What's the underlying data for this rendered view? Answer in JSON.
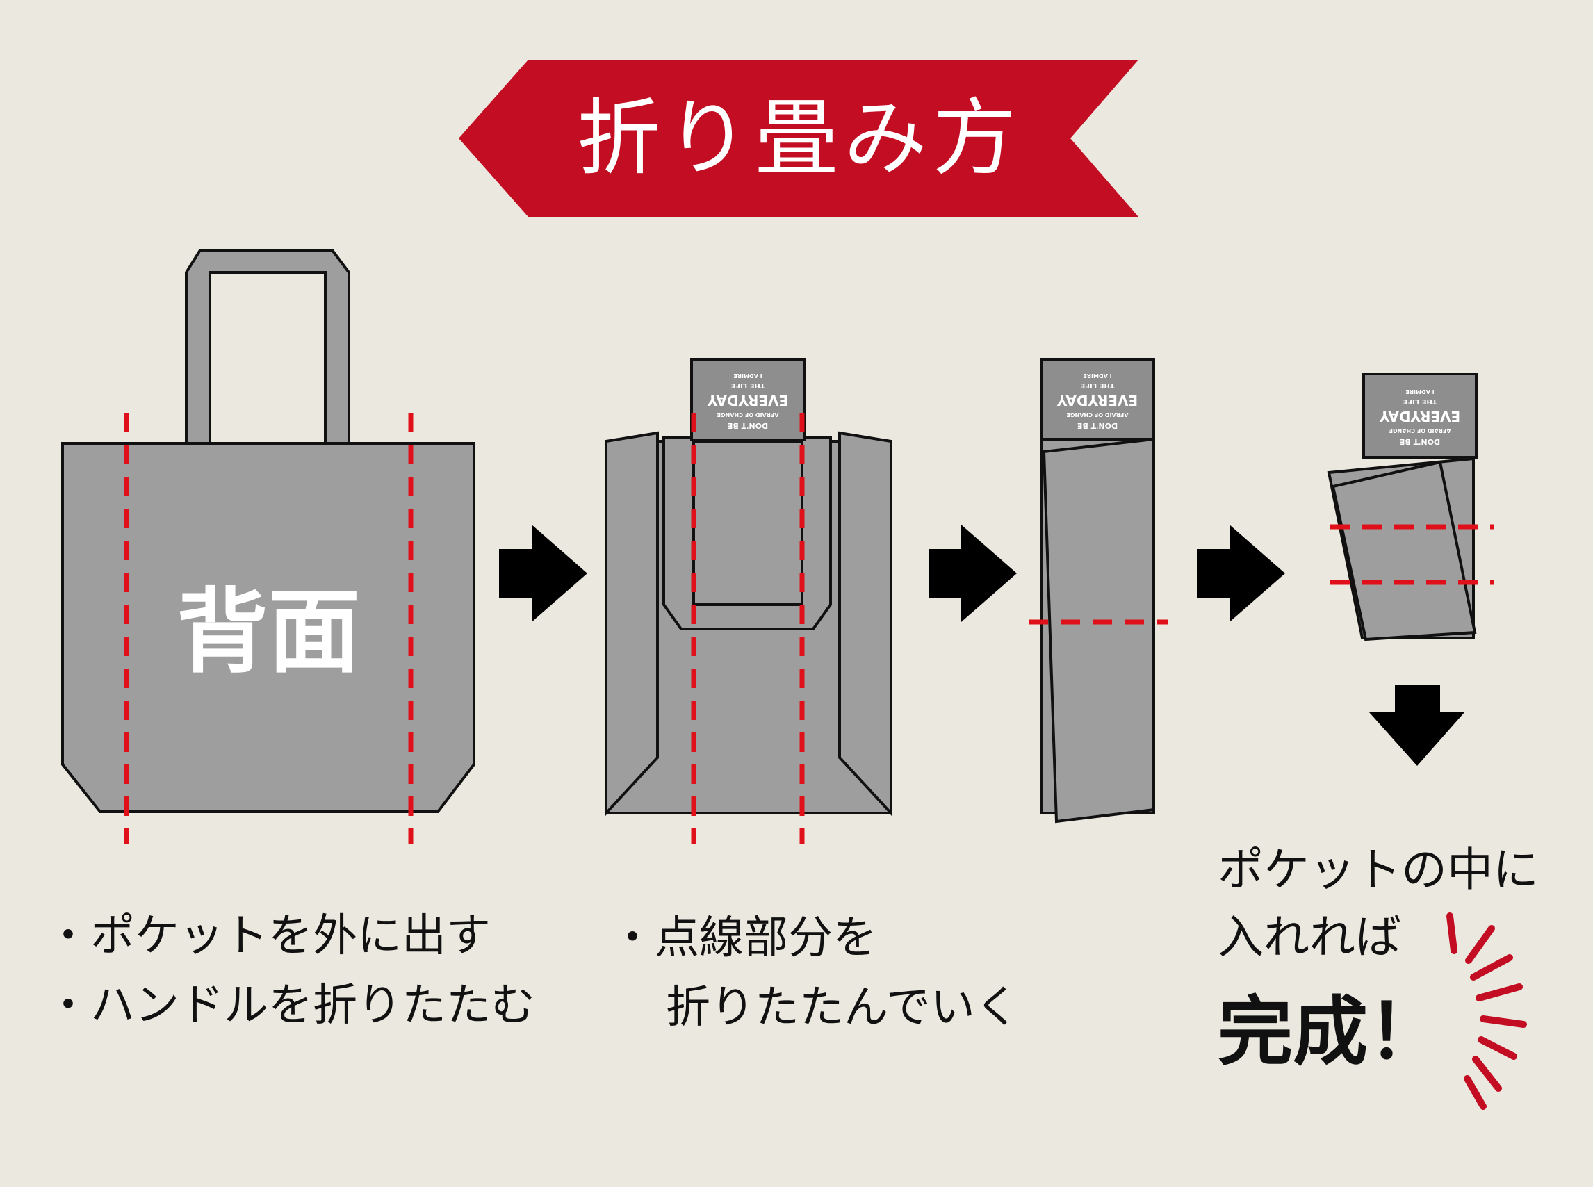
{
  "title": "折り畳み方",
  "back_label": "背面",
  "step1_notes": [
    "・ポケットを外に出す",
    "・ハンドルを折りたたむ"
  ],
  "step2_notes": [
    "・点線部分を",
    "折りたたんでいく"
  ],
  "finish_lines": [
    "ポケットの中に",
    "入れれば"
  ],
  "finish_emphasis": "完成！",
  "pocket_print": [
    "I ADMIRE",
    "THE LIFE",
    "EVERYDAY",
    "AFRAID OF CHANGE",
    "DON'T BE"
  ],
  "colors": {
    "banner": "#c30d23",
    "bag": "#9e9e9e",
    "outline": "#111111",
    "fold_line": "#e0101a",
    "background": "#ebe8df"
  }
}
